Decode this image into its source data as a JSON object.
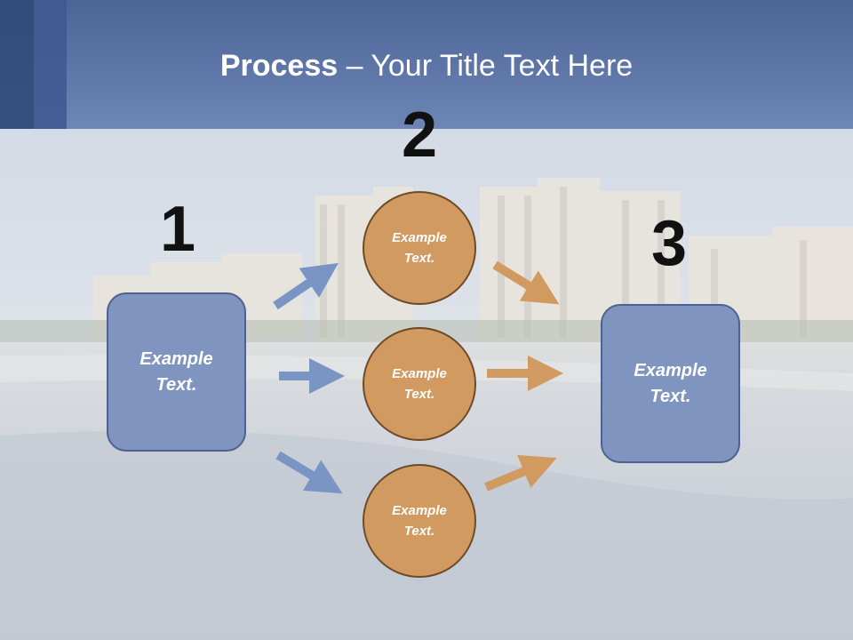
{
  "slide": {
    "title_bold": "Process",
    "title_rest": " – Your Title Text Here",
    "steps": [
      "1",
      "2",
      "3"
    ],
    "left_box": {
      "label": "Example Text."
    },
    "right_box": {
      "label": "Example Text."
    },
    "circles": [
      {
        "label": "Example Text."
      },
      {
        "label": "Example Text."
      },
      {
        "label": "Example Text."
      }
    ]
  },
  "colors": {
    "header": "#5d77a8",
    "box_fill": "#7f95bf",
    "circle_fill": "#d19a60",
    "arrow_blue": "#7a94c4",
    "arrow_orange": "#d19a60"
  }
}
